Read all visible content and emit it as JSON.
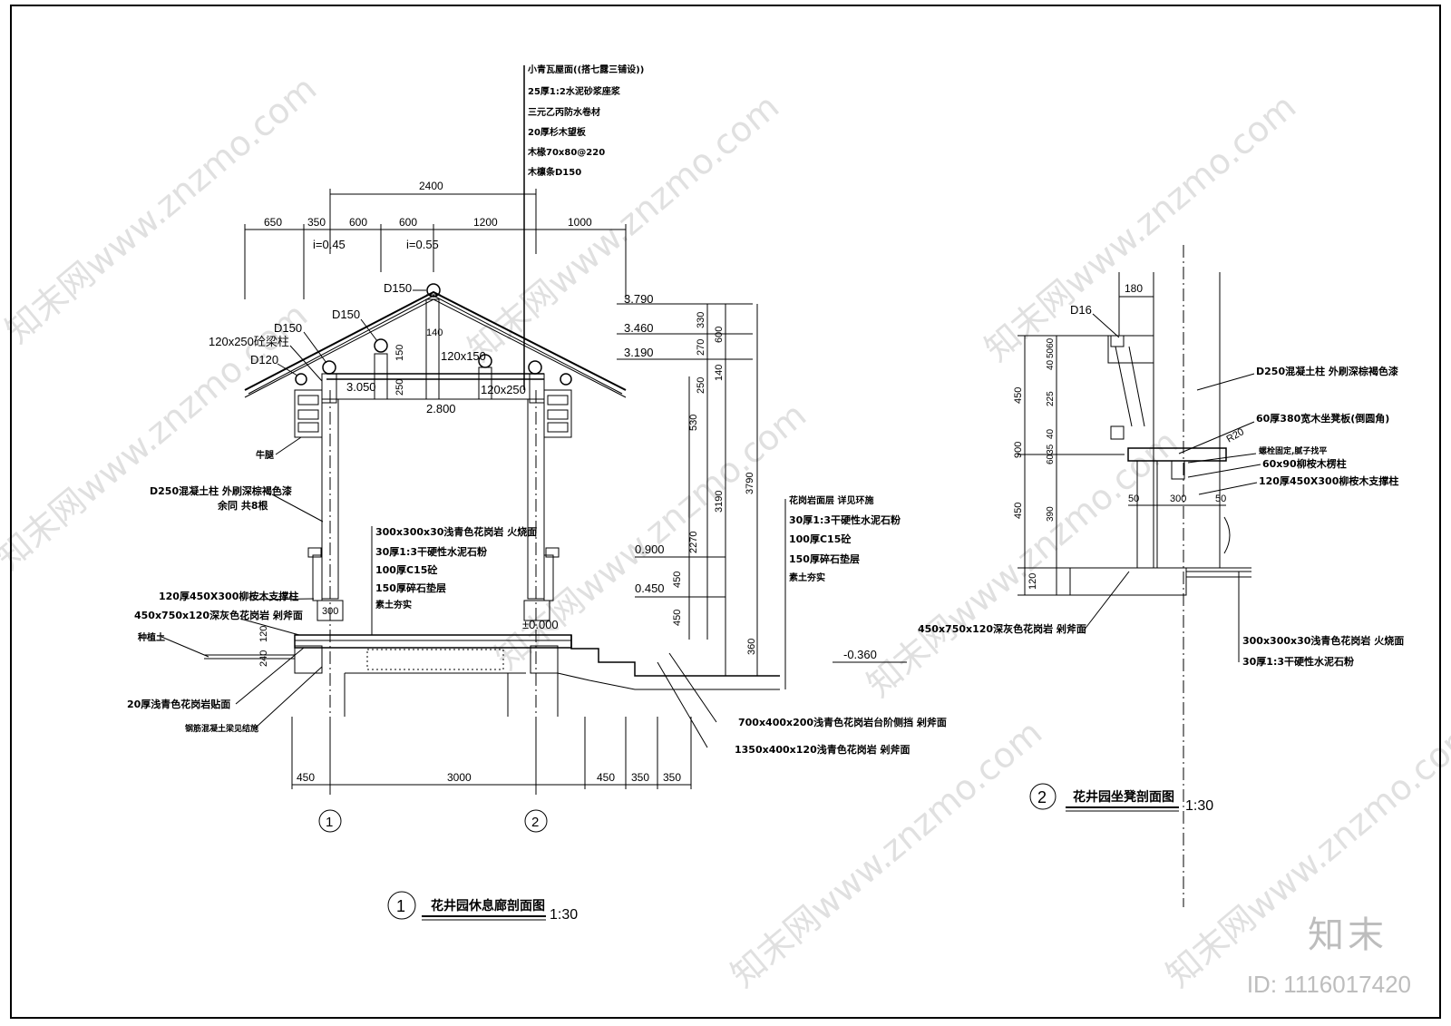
{
  "watermark": "知末网www.znzmo.com",
  "brand": "知末",
  "id_label": "ID: 1116017420",
  "section1": {
    "number": "1",
    "title": "花井园休息廊剖面图",
    "scale": "1:30",
    "axis_1": "1",
    "axis_2": "2",
    "top_dims": [
      "650",
      "350",
      "600",
      "600",
      "1200",
      "1000"
    ],
    "overall_dim": "2400",
    "bottom_dims": [
      "450",
      "3000",
      "450",
      "350",
      "350"
    ],
    "slopes": [
      "i=0.45",
      "i=0.55"
    ],
    "roof_layers": [
      "小青瓦屋面((搭七露三铺设))",
      "25厚1:2水泥砂浆座浆",
      "三元乙丙防水卷材",
      "20厚杉木望板",
      "木椽70x80@220",
      "木檩条D150"
    ],
    "member_labels": {
      "d150_left": "D150",
      "d150_mid": "D150",
      "d150_top": "D150",
      "beam_left": "120x250砼梁柱",
      "d120": "D120",
      "d150_b": "D150",
      "tie_beam": "120x150",
      "beam_right": "120x250",
      "h3050": "3.050",
      "h2800": "2.800",
      "d140": "140",
      "d150v": "150",
      "d250v": "250",
      "bracket": "牛腿",
      "column": "D250混凝土柱 外刷深棕褐色漆",
      "column_note": "余同 共8根",
      "pave_layers": [
        "300x300x30浅青色花岗岩 火烧面",
        "30厚1:3干硬性水泥石粉",
        "100厚C15砼",
        "150厚碎石垫层",
        "素土夯实"
      ],
      "bench_post": "120厚450X300柳桉木支撑柱",
      "curb_stone": "450x750x120深灰色花岗岩 剁斧面",
      "planting": "种植土",
      "facing": "20厚浅青色花岗岩贴面",
      "rc_beam": "钢筋混凝土梁见结施",
      "d300": "300",
      "d240": "240",
      "d120v": "120",
      "zero": "±0.000"
    },
    "elevations": [
      "3.790",
      "3.460",
      "3.190",
      "0.900",
      "0.450",
      "-0.360"
    ],
    "vert_dims_a": [
      "330",
      "270",
      "250",
      "530",
      "2270",
      "450",
      "450"
    ],
    "vert_dims_b": [
      "600",
      "140",
      "3190",
      "360"
    ],
    "vert_dim_total": "3790",
    "outside_layers": [
      "花岗岩面层 详见环施",
      "30厚1:3干硬性水泥石粉",
      "100厚C15砼",
      "150厚碎石垫层",
      "素土夯实"
    ],
    "step_labels": [
      "700x400x200浅青色花岗岩台阶侧挡 剁斧面",
      "1350x400x120浅青色花岗岩 剁斧面"
    ]
  },
  "section2": {
    "number": "2",
    "title": "花井园坐凳剖面图",
    "scale": "1:30",
    "labels": {
      "d16": "D16",
      "w180": "180",
      "column": "D250混凝土柱 外刷深棕褐色漆",
      "seat": "60厚380宽木坐凳板(倒圆角)",
      "bolt": "螺栓固定,腻子找平",
      "joist": "60x90柳桉木楞柱",
      "post": "120厚450X300柳桉木支撑柱",
      "r20": "R20",
      "base": "450x750x120深灰色花岗岩 剁斧面",
      "pave1": "300x300x30浅青色花岗岩 火烧面",
      "pave2": "30厚1:3干硬性水泥石粉"
    },
    "vert_dims_outer": [
      "450",
      "900",
      "450",
      "120"
    ],
    "vert_dims_inner": [
      "5060",
      "40",
      "225",
      "40",
      "6035",
      "390"
    ],
    "bottom_dims": [
      "50",
      "300",
      "50"
    ]
  }
}
